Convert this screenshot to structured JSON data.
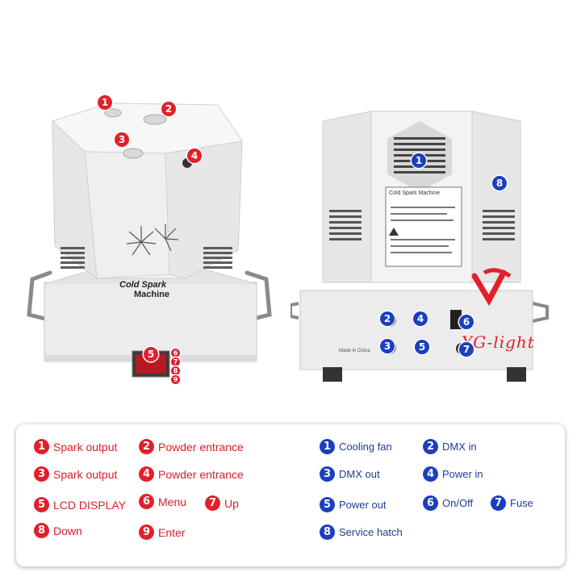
{
  "machine_labels": {
    "front_top": "Cold Spark",
    "front_bottom": "Machine",
    "rear_title": "Cold Spark Machine",
    "made_in": "Made in China"
  },
  "brand": {
    "text": "YG-light",
    "color": "#e21f2b"
  },
  "callouts": {
    "front": [
      "1",
      "2",
      "3",
      "4",
      "5",
      "6",
      "7",
      "8",
      "9"
    ],
    "rear": [
      "1",
      "2",
      "3",
      "4",
      "5",
      "6",
      "7",
      "8"
    ]
  },
  "legend_left": [
    {
      "num": "1",
      "label": "Spark output"
    },
    {
      "num": "2",
      "label": "Powder entrance"
    },
    {
      "num": "3",
      "label": "Spark output"
    },
    {
      "num": "4",
      "label": "Powder entrance"
    },
    {
      "num": "5",
      "label": "LCD DISPLAY"
    },
    {
      "num": "6",
      "label": "Menu"
    },
    {
      "num": "7",
      "label": "Up"
    },
    {
      "num": "8",
      "label": "Down"
    },
    {
      "num": "9",
      "label": "Enter"
    }
  ],
  "legend_right": [
    {
      "num": "1",
      "label": "Cooling fan"
    },
    {
      "num": "2",
      "label": "DMX in"
    },
    {
      "num": "3",
      "label": "DMX out"
    },
    {
      "num": "4",
      "label": "Power in"
    },
    {
      "num": "5",
      "label": "Power out"
    },
    {
      "num": "6",
      "label": "On/Off"
    },
    {
      "num": "7",
      "label": "Fuse"
    },
    {
      "num": "8",
      "label": "Service hatch"
    }
  ],
  "colors": {
    "front_badge": "#e21f2b",
    "rear_badge": "#1c3fbf",
    "machine_body": "#eeeeee"
  }
}
